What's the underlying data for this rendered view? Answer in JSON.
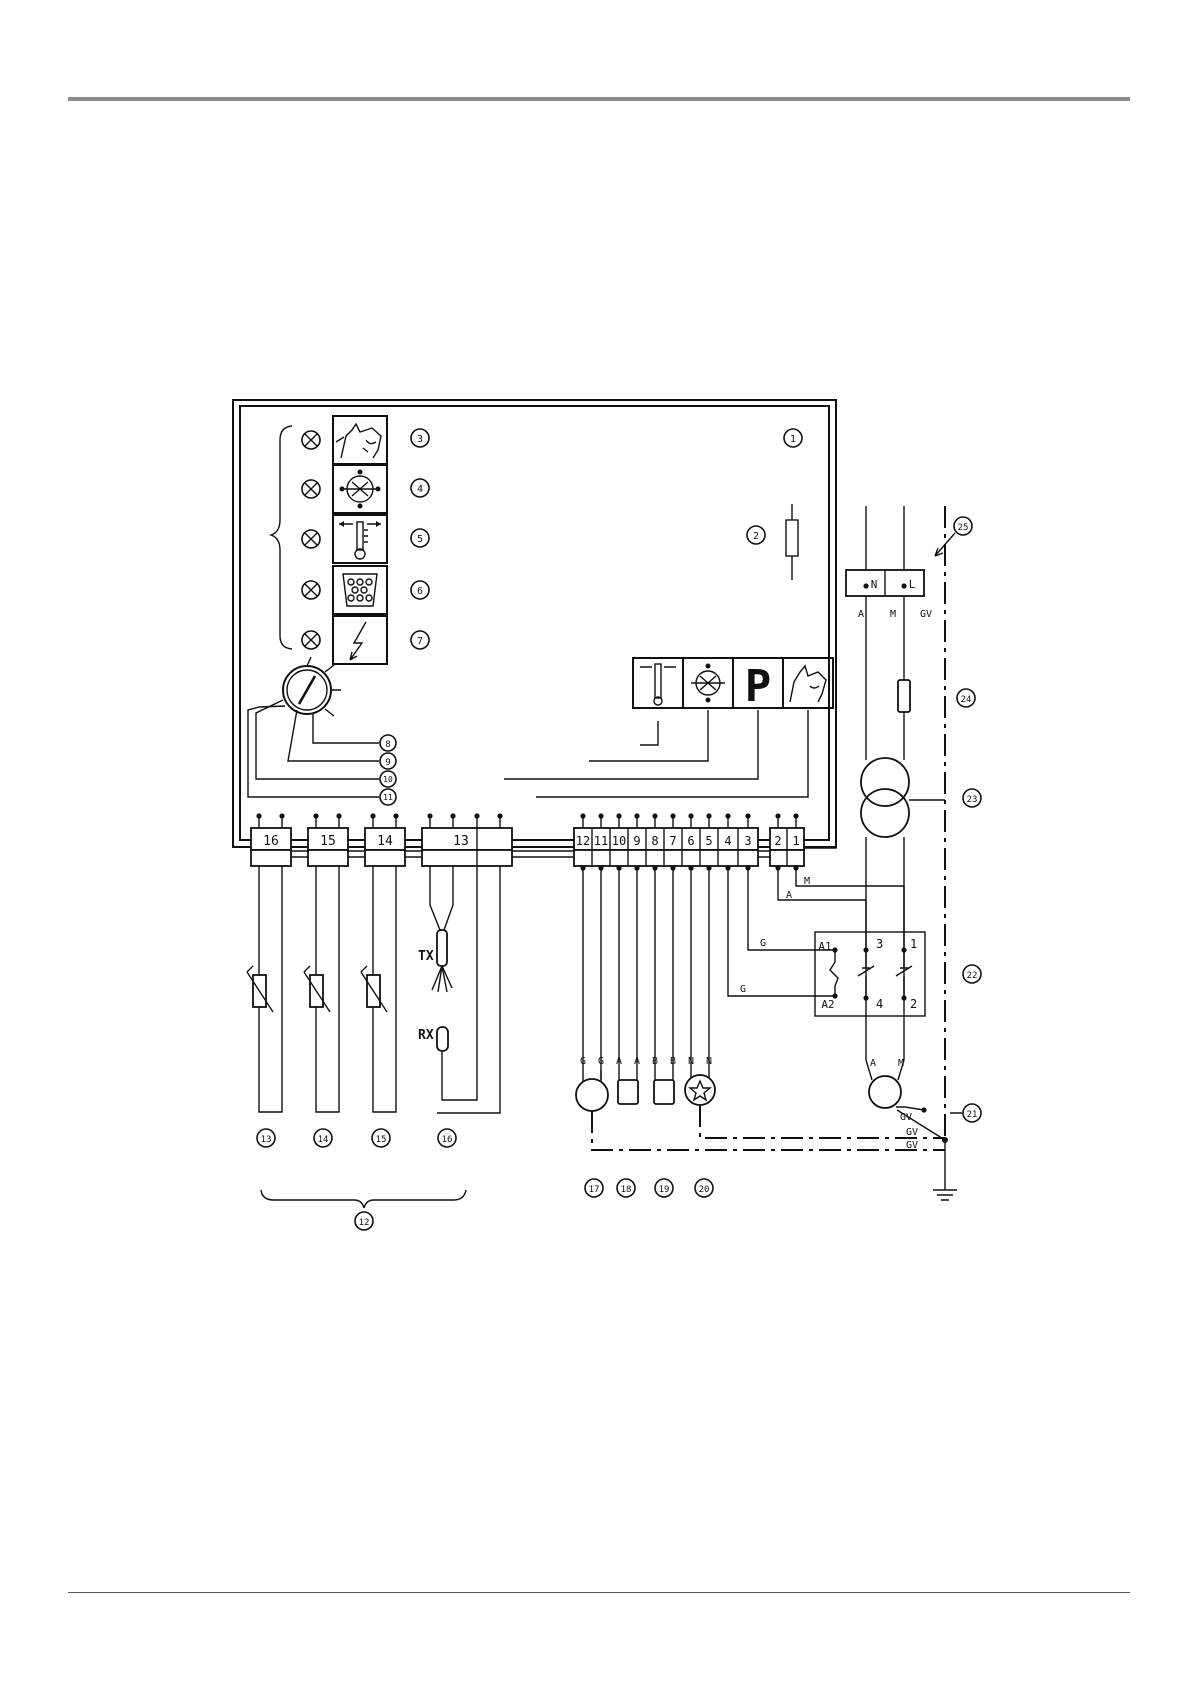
{
  "icons": {
    "panel": [
      "cow-head-icon",
      "compressor-icon",
      "thermometer-icon",
      "ice-cubes-icon",
      "lightning-icon"
    ],
    "control_panel": [
      "thermometer-icon",
      "compressor-icon",
      "p-button-icon",
      "cow-head-icon"
    ]
  },
  "control_panel": {
    "p_label": "P"
  },
  "callouts": [
    "1",
    "2",
    "3",
    "4",
    "5",
    "6",
    "7",
    "8",
    "9",
    "10",
    "11",
    "12",
    "13",
    "14",
    "15",
    "16",
    "17",
    "18",
    "19",
    "20",
    "21",
    "22",
    "23",
    "24",
    "25"
  ],
  "terminals_left": [
    "16",
    "15",
    "14",
    "13"
  ],
  "terminals_right": [
    "12",
    "11",
    "10",
    "9",
    "8",
    "7",
    "6",
    "5",
    "4",
    "3"
  ],
  "terminals_power": [
    "2",
    "1"
  ],
  "mains_terminals": [
    "N",
    "L"
  ],
  "wire_labels": {
    "mains": [
      "A",
      "M",
      "GV"
    ],
    "contactor_in": [
      "A",
      "M"
    ],
    "coil": [
      "G",
      "G"
    ],
    "loads": [
      "G",
      "G",
      "A",
      "A",
      "B",
      "B",
      "N",
      "N"
    ],
    "motor": [
      "A",
      "M",
      "GV"
    ],
    "earth": [
      "GV",
      "GV"
    ]
  },
  "contactor": {
    "coil_top": "A1",
    "coil_bottom": "A2",
    "contacts_top": [
      "3",
      "1"
    ],
    "contacts_bottom": [
      "4",
      "2"
    ]
  },
  "probe": {
    "tx": "TX",
    "rx": "RX"
  }
}
